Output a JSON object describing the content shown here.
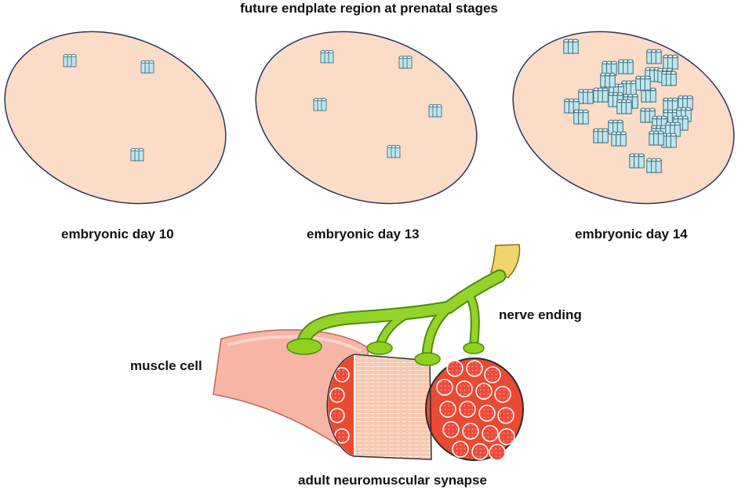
{
  "title": "future endplate region at prenatal stages",
  "stages": [
    {
      "label": "embryonic day 10",
      "receptor_count": 3
    },
    {
      "label": "embryonic day 13",
      "receptor_count": 5
    },
    {
      "label": "embryonic day 14",
      "receptor_count": 36
    }
  ],
  "synapse": {
    "nerve_label": "nerve ending",
    "muscle_label": "muscle cell",
    "caption": "adult neuromuscular synapse"
  },
  "colors": {
    "ellipse_fill": "#fbdcc7",
    "ellipse_stroke": "#2b3560",
    "receptor_fill": "#bfe6ee",
    "receptor_stroke": "#3f6f7c",
    "nerve": "#8fd11f",
    "nerve_dark": "#4f8a0e",
    "axon_sheath": "#f2d36a",
    "muscle_skin": "#f6b3a3",
    "muscle_fiber": "#ea4a32",
    "myofibril_section": "#f8c2aa"
  }
}
